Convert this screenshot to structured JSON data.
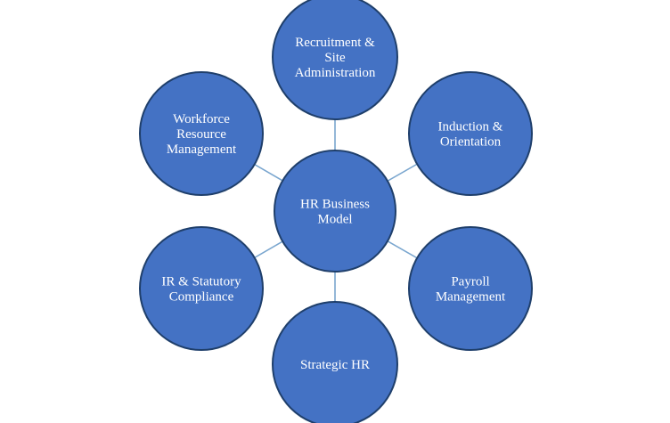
{
  "colors": {
    "node_fill": "#4472c4",
    "node_stroke": "#1f3f6b",
    "connector": "#7aa6cf",
    "label_text": "#ffffff",
    "background": "#ffffff"
  },
  "hub": {
    "id": "hr-business-model",
    "lines": [
      "HR Business",
      "Model"
    ]
  },
  "nodes": [
    {
      "id": "recruitment-site-administration",
      "lines": [
        "Recruitment &",
        "Site",
        "Administration"
      ]
    },
    {
      "id": "induction-orientation",
      "lines": [
        "Induction &",
        "Orientation"
      ]
    },
    {
      "id": "payroll-management",
      "lines": [
        "Payroll",
        "Management"
      ]
    },
    {
      "id": "strategic-hr",
      "lines": [
        "Strategic HR"
      ]
    },
    {
      "id": "ir-statutory-compliance",
      "lines": [
        "IR & Statutory",
        "Compliance"
      ]
    },
    {
      "id": "workforce-resource-management",
      "lines": [
        "Workforce",
        "Resource",
        "Management"
      ]
    }
  ]
}
